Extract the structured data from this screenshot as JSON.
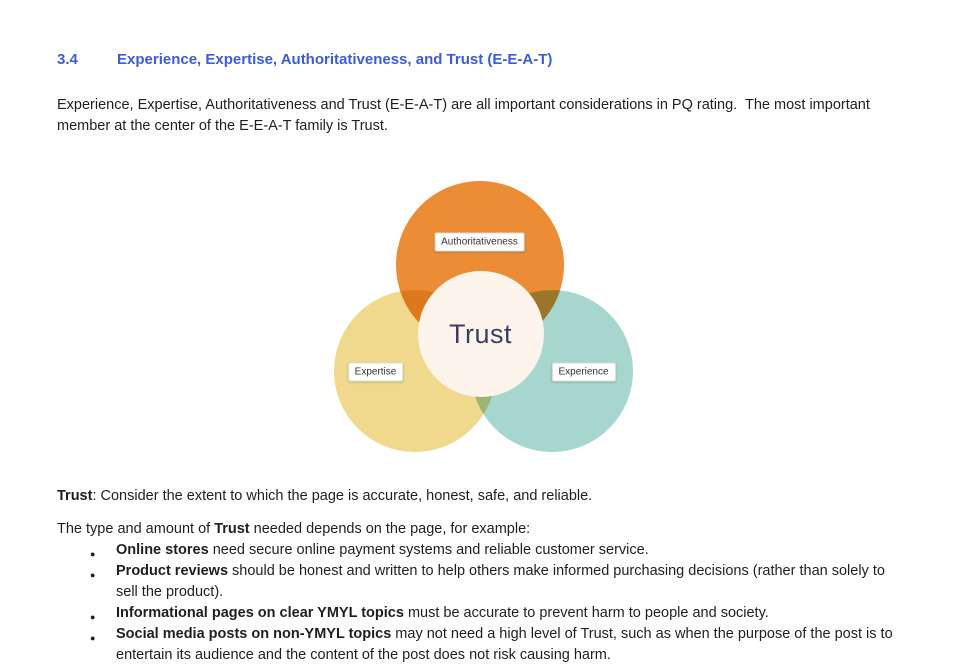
{
  "heading": {
    "number": "3.4",
    "title": "Experience, Expertise, Authoritativeness, and Trust (E-E-A-T)",
    "color": "#3b5dd8"
  },
  "intro_paragraph": "Experience, Expertise, Authoritativeness and Trust (E-E-A-T) are all important considerations in PQ rating.  The most important member at the center of the E-E-A-T family is Trust.",
  "diagram": {
    "center_label": "Trust",
    "top_label": "Authoritativeness",
    "left_label": "Expertise",
    "right_label": "Experience",
    "colors": {
      "top_circle": "#EC8D35",
      "left_circle": "#F0D98C",
      "right_circle": "#A6D6CD",
      "center_circle": "#FCF4EB",
      "center_text": "#3E3C63"
    }
  },
  "trust_definition": {
    "lead": "Trust",
    "rest": ": Consider the extent to which the page is accurate, honest, safe, and reliable."
  },
  "type_amount_line": {
    "before": "The type and amount of ",
    "bold": "Trust",
    "after": " needed depends on the page, for example:"
  },
  "bullets": [
    {
      "lead": "Online stores",
      "rest": " need secure online payment systems and reliable customer service."
    },
    {
      "lead": "Product reviews",
      "rest": " should be honest and written to help others make informed purchasing decisions (rather than solely to sell the product)."
    },
    {
      "lead": "Informational pages on clear YMYL topics",
      "rest": " must be accurate to prevent harm to people and society."
    },
    {
      "lead": "Social media posts on non-YMYL topics",
      "rest": " may not need a high level of Trust, such as when the purpose of the post is to entertain its audience and the content of the post does not risk causing harm."
    }
  ]
}
